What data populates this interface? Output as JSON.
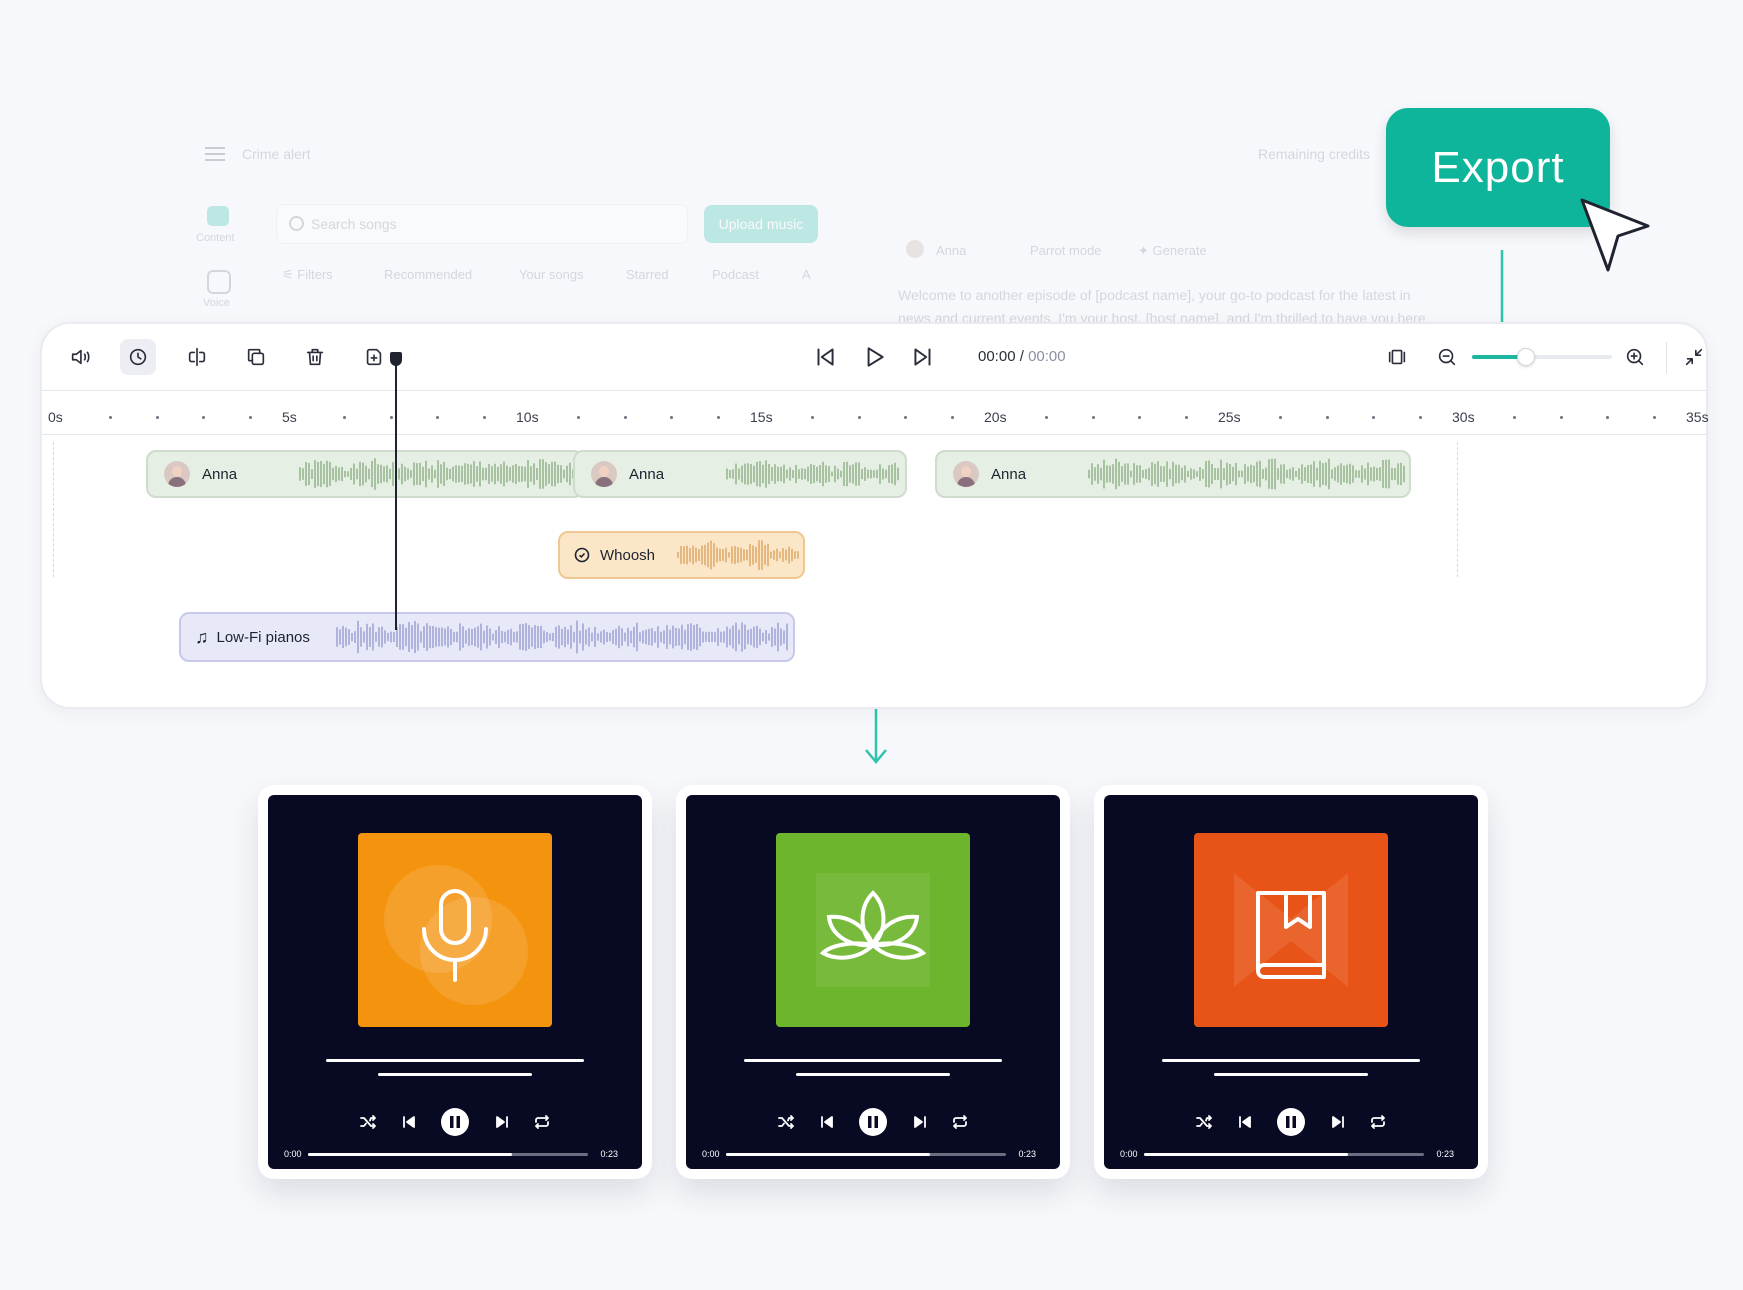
{
  "background_app": {
    "project_title": "Crime alert",
    "remaining_credits_label": "Remaining credits",
    "sidebar": [
      {
        "label": "Content",
        "icon": "content-icon"
      },
      {
        "label": "Voice",
        "icon": "voice-icon"
      }
    ],
    "search_placeholder": "Search songs",
    "upload_button": "Upload music",
    "filters_label": "Filters",
    "filter_tabs": [
      "Recommended",
      "Your songs",
      "Starred",
      "Podcast",
      "A"
    ],
    "voice_name": "Anna",
    "parrot_mode": "Parrot mode",
    "generate": "Generate",
    "script_line1": "Welcome to another episode of [podcast name], your go-to podcast for the latest in",
    "script_line2": "news and current events. I'm your host, [host name], and I'm thrilled to have you here"
  },
  "export": {
    "label": "Export",
    "color": "#0fb59a"
  },
  "editor": {
    "toolbar_left_icons": [
      "volume-icon",
      "clock-icon",
      "split-icon",
      "duplicate-icon",
      "trash-icon",
      "add-sound-icon"
    ],
    "transport_icons": [
      "skip-back-icon",
      "play-icon",
      "skip-forward-icon"
    ],
    "time_current": "00:00",
    "time_separator": "/",
    "time_total": "00:00",
    "zoom_level": 0.38,
    "ruler_ticks": [
      "0s",
      "5s",
      "10s",
      "15s",
      "20s",
      "25s",
      "30s",
      "35s"
    ],
    "tracks": [
      {
        "type": "voice",
        "label": "Anna"
      },
      {
        "type": "voice",
        "label": "Anna"
      },
      {
        "type": "voice",
        "label": "Anna"
      },
      {
        "type": "sfx",
        "label": "Whoosh"
      },
      {
        "type": "music",
        "label": "Low-Fi pianos"
      }
    ]
  },
  "players": [
    {
      "art_color": "#f4930e",
      "art_icon": "microphone-icon",
      "time_start": "0:00",
      "time_end": "0:23",
      "progress": 0.73
    },
    {
      "art_color": "#6db52c",
      "art_icon": "lotus-icon",
      "time_start": "0:00",
      "time_end": "0:23",
      "progress": 0.73
    },
    {
      "art_color": "#e85417",
      "art_icon": "book-icon",
      "time_start": "0:00",
      "time_end": "0:23",
      "progress": 0.73
    }
  ]
}
